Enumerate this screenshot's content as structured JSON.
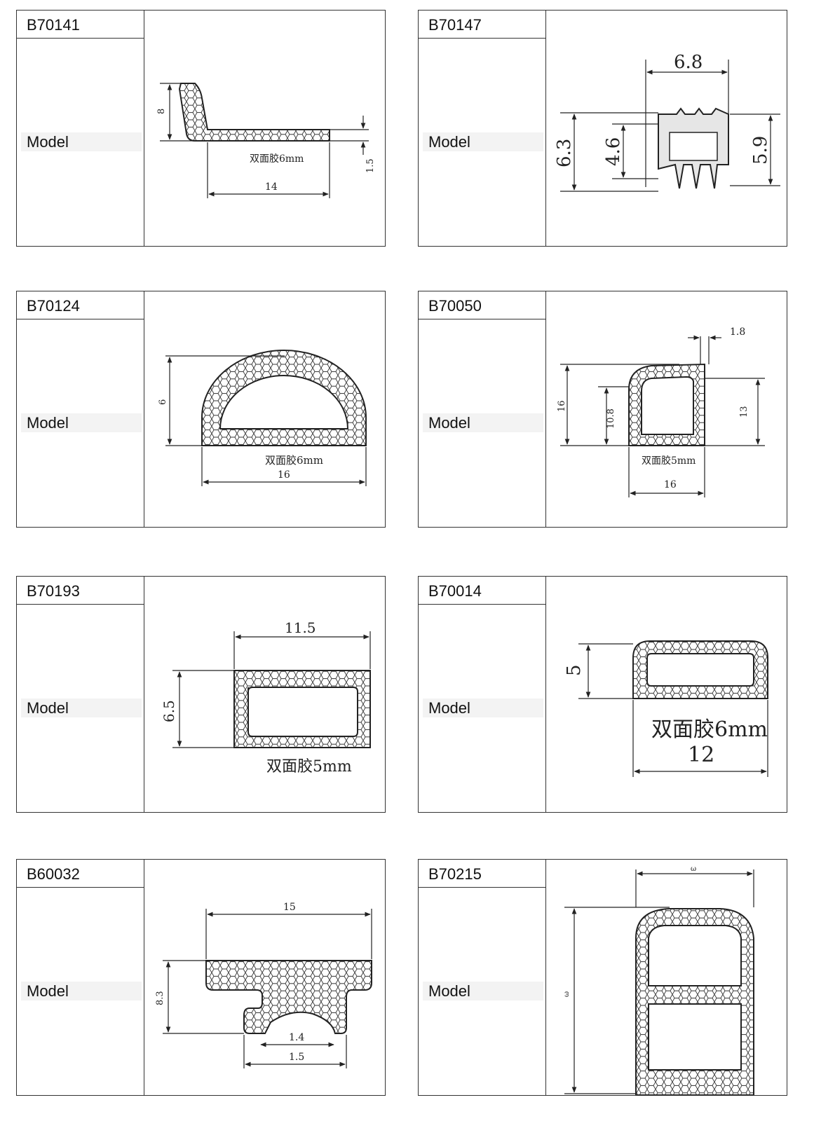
{
  "label_text": "Model",
  "cards": [
    {
      "code": "B70141",
      "dims": [
        "8",
        "1.5",
        "14"
      ],
      "note": "双面胶6mm"
    },
    {
      "code": "B70147",
      "dims": [
        "6.8",
        "6.3",
        "4.6",
        "5.9"
      ]
    },
    {
      "code": "B70124",
      "dims": [
        "6",
        "16"
      ],
      "note": "双面胶6mm"
    },
    {
      "code": "B70050",
      "dims": [
        "1.8",
        "16",
        "10.8",
        "13",
        "16"
      ],
      "note": "双面胶5mm"
    },
    {
      "code": "B70193",
      "dims": [
        "11.5",
        "6.5"
      ],
      "note": "双面胶5mm"
    },
    {
      "code": "B70014",
      "dims": [
        "5",
        "12"
      ],
      "note": "双面胶6mm"
    },
    {
      "code": "B60032",
      "dims": [
        "15",
        "8.3",
        "1.4",
        "1.5"
      ]
    },
    {
      "code": "B70215",
      "dims": [
        "ω",
        "ω"
      ]
    }
  ]
}
